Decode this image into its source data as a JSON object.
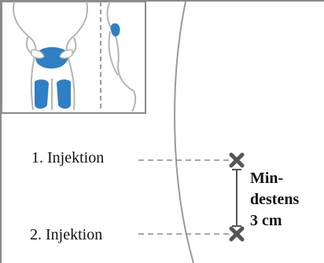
{
  "injection_sites": [
    {
      "label": "1. Injektion"
    },
    {
      "label": "2. Injektion"
    }
  ],
  "distance": {
    "line1": "Min-",
    "line2": "destens",
    "line3": "3 cm"
  },
  "colors": {
    "injection_area": "#2f7fc4",
    "outline": "#8a8a8a",
    "marker": "#555555"
  }
}
